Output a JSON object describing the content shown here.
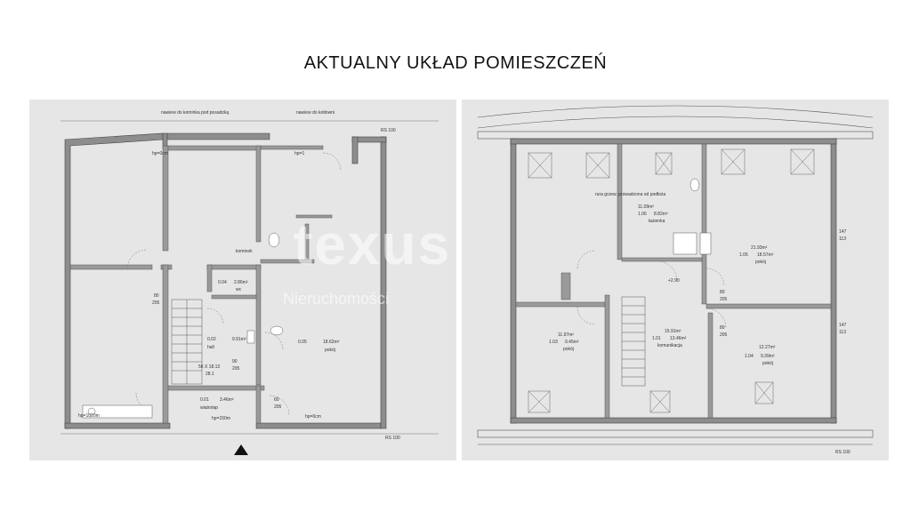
{
  "title": "AKTUALNY UKŁAD POMIESZCZEŃ",
  "watermark": "texus",
  "watermark_sub": "Nieruchomości",
  "left_plan": {
    "top_note_1": "nawiew do kominka pod posadzką",
    "top_note_2": "nawiew do kotłowni",
    "rs_top": "RS 100",
    "rs_bottom": "RS 100",
    "rooms": {
      "hall": {
        "num": "0.02",
        "area": "9.91m²",
        "name": "hall"
      },
      "wc": {
        "num": "0.04",
        "area": "2.86m²",
        "name": "wc"
      },
      "pokoj": {
        "num": "0.05",
        "area": "18.62m²",
        "name": "pokój"
      },
      "wiatrolap": {
        "num": "0.01",
        "area": "3.46m²",
        "name": "wiatrołap"
      },
      "stair": {
        "num": "56 X 18.13",
        "sub": "28.1"
      },
      "kominek": {
        "name": "kominek"
      }
    },
    "dims": {
      "d1": "80",
      "d2": "205",
      "d3": "90",
      "d4": "205",
      "d5": "60",
      "d6": "205",
      "d7": "hp=1020m",
      "d8": "hp=150m",
      "d9": "hp=0cm",
      "d10": "hp=0cm",
      "d11": "hp=1"
    }
  },
  "right_plan": {
    "note": "rura grzew. prowadzona od podłoża",
    "rs_bottom": "RS 100",
    "rooms": {
      "lazienka": {
        "num": "1.06",
        "area": "8.82m²",
        "alt": "11.09m²",
        "name": "łazienka"
      },
      "pokoj_tr": {
        "num": "1.05",
        "area": "18.57m²",
        "alt": "21.93m²",
        "name": "pokój"
      },
      "pokoj_l": {
        "num": "1.03",
        "area": "9.45m²",
        "alt": "11.97m²",
        "name": "pokój"
      },
      "komunikacja": {
        "num": "1.01",
        "area": "13.46m²",
        "alt": "15.91m²",
        "name": "komunikacja"
      },
      "pokoj_br": {
        "num": "1.04",
        "area": "9.39m²",
        "alt": "12.27m²",
        "name": "pokój"
      }
    },
    "dims": {
      "d1": "+2.90",
      "d2": "80",
      "d3": "205",
      "d4": "80",
      "d5": "205",
      "d6": "147",
      "d7": "113",
      "d8": "147",
      "d9": "113"
    }
  }
}
